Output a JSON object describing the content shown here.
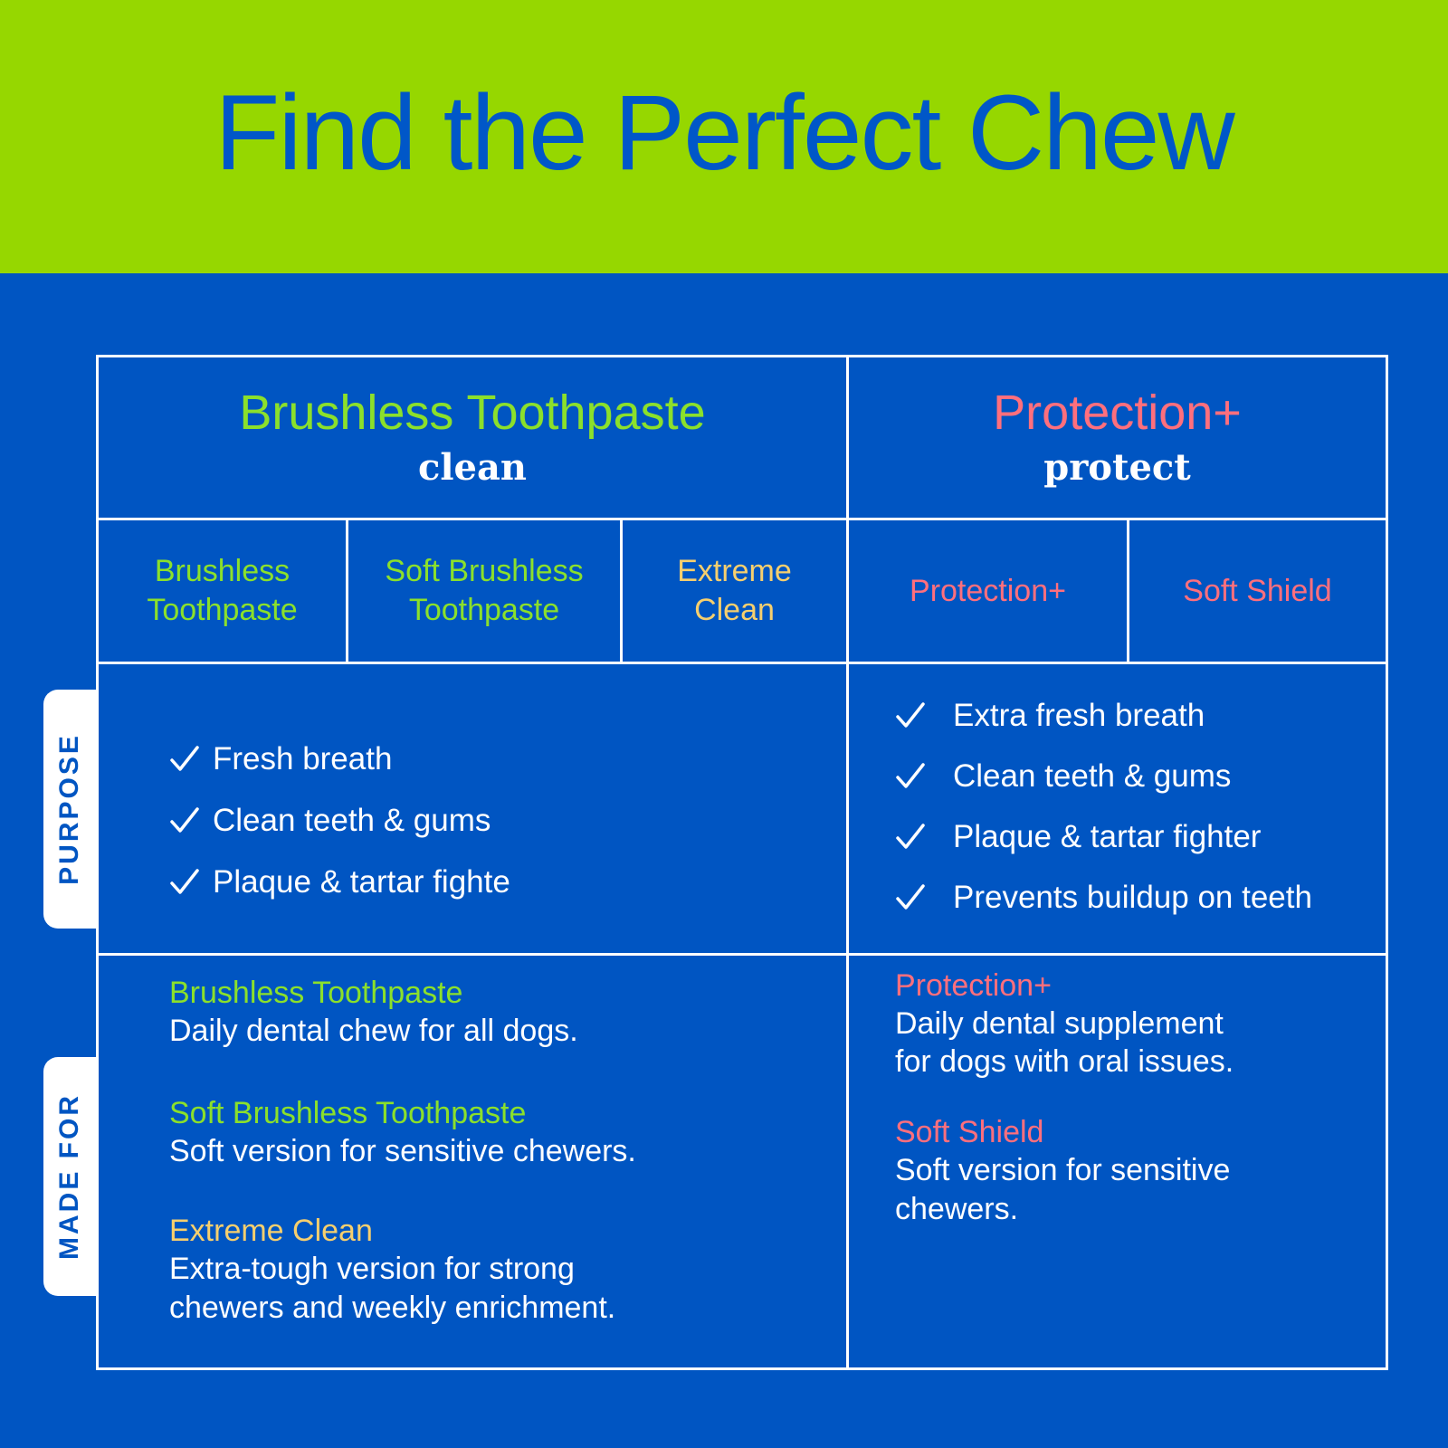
{
  "title": "Find the Perfect Chew",
  "columns": {
    "left": {
      "title": "Brushless Toothpaste",
      "subtitle": "clean"
    },
    "right": {
      "title": "Protection+",
      "subtitle": "protect"
    }
  },
  "products": {
    "left": [
      {
        "line1": "Brushless",
        "line2": "Toothpaste"
      },
      {
        "line1": "Soft Brushless",
        "line2": "Toothpaste"
      },
      {
        "line1": "Extreme",
        "line2": "Clean"
      }
    ],
    "right": [
      {
        "label": "Protection+"
      },
      {
        "label": "Soft Shield"
      }
    ]
  },
  "row_labels": {
    "purpose": "PURPOSE",
    "made_for": "MADE FOR"
  },
  "purpose": {
    "left": [
      "Fresh breath",
      "Clean teeth & gums",
      "Plaque & tartar fighte"
    ],
    "right": [
      "Extra fresh breath",
      "Clean teeth & gums",
      "Plaque & tartar fighter",
      "Prevents buildup on teeth"
    ]
  },
  "made_for": {
    "left": [
      {
        "name": "Brushless Toothpaste",
        "desc1": "Daily dental chew for all dogs.",
        "desc2": ""
      },
      {
        "name": "Soft Brushless Toothpaste",
        "desc1": "Soft version for sensitive chewers.",
        "desc2": ""
      },
      {
        "name": "Extreme Clean",
        "desc1": "Extra-tough version for strong",
        "desc2": "chewers and weekly enrichment."
      }
    ],
    "right": [
      {
        "name": "Protection+",
        "desc1": "Daily dental supplement",
        "desc2": "for dogs with oral issues."
      },
      {
        "name": "Soft Shield",
        "desc1": "Soft version for sensitive",
        "desc2": "chewers."
      }
    ]
  },
  "colors": {
    "background": "#0055c2",
    "banner": "#96d700",
    "clean_accent": "#8be02b",
    "protect_accent": "#ff6f7d",
    "extreme_accent": "#f6cf6e"
  }
}
